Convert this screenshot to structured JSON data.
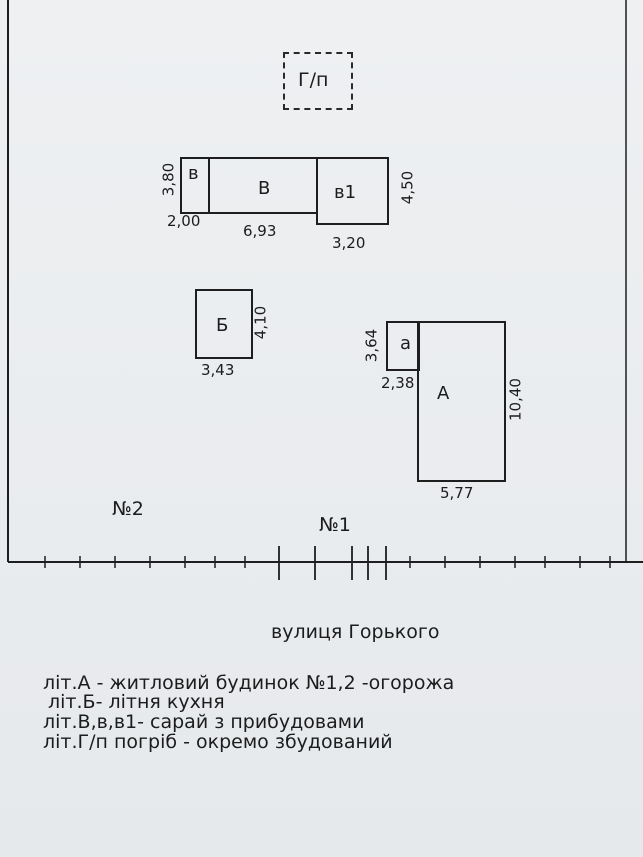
{
  "plan": {
    "cellar": {
      "label": "Г/п"
    },
    "shed_small": {
      "label": "в",
      "height": "3,80",
      "width": "2,00"
    },
    "shed_main": {
      "label": "В",
      "width": "6,93"
    },
    "shed_annex": {
      "label": "в1",
      "width": "3,20",
      "height": "4,50"
    },
    "kitchen": {
      "label": "Б",
      "height": "4,10",
      "width": "3,43"
    },
    "annex_a": {
      "label": "а",
      "height": "3,64",
      "width": "2,38"
    },
    "house": {
      "label": "А",
      "height": "10,40",
      "width": "5,77"
    },
    "fence_2": "№2",
    "fence_1": "№1"
  },
  "street": "вулиця Горького",
  "legend": [
    "літ.А - житловий будинок   №1,2 -огорожа",
    "літ.Б- літня кухня",
    "літ.В,в,в1- сарай з прибудовами",
    "літ.Г/п погріб - окремо збудований"
  ]
}
